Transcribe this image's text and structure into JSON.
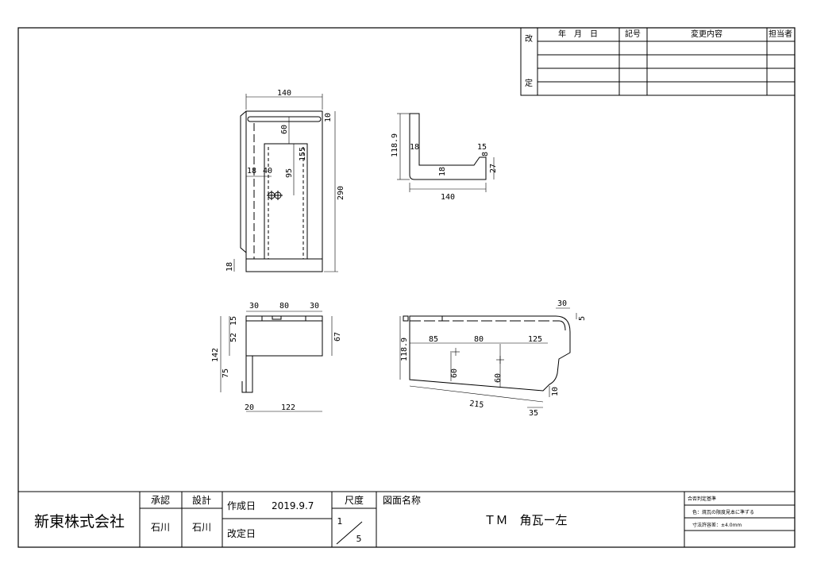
{
  "revision_table": {
    "side_top": "改",
    "side_bottom": "定",
    "headers": {
      "date": "年　月　日",
      "mark": "記号",
      "content": "変更内容",
      "person": "担当者"
    }
  },
  "title_block": {
    "company": "新東株式会社",
    "approval_label": "承認",
    "approval_name": "石川",
    "design_label": "設計",
    "design_name": "石川",
    "created_label": "作成日",
    "created_date": "2019.9.7",
    "revised_label": "改定日",
    "scale_label": "尺度",
    "scale_num": "1",
    "scale_den": "5",
    "drawing_name_label": "図面名称",
    "drawing_name": "ＴＭ　角瓦ー左",
    "criteria_title": "合否判定基準",
    "criteria_color": "色：焼瓦の限度見本に準ずる",
    "criteria_tolerance": "寸法許容差：±4.0mm"
  },
  "dimensions": {
    "front_width": "140",
    "front_top_gap": "10",
    "front_slot": "60",
    "front_inner_h": "155",
    "front_hole": "95",
    "front_left": "18",
    "front_inner_left": "40",
    "front_height": "290",
    "front_bottom": "18",
    "side_height": "118.9",
    "side_left": "18",
    "side_lip_w": "15",
    "side_lip_h": "8",
    "side_bottom_t": "18",
    "side_right_h": "27",
    "side_width": "140",
    "top_left": "30",
    "top_mid": "80",
    "top_right": "30",
    "top_a": "15",
    "top_b": "52",
    "top_total": "142",
    "top_c": "75",
    "top_right_h": "67",
    "top_bottom_left": "20",
    "top_bottom_w": "122",
    "long_top_r": "30",
    "long_top_rh": "5",
    "long_height": "118.9",
    "long_a": "85",
    "long_b": "80",
    "long_c": "125",
    "long_h1": "60",
    "long_h2": "60",
    "long_tip": "10",
    "long_base": "215",
    "long_end": "35"
  }
}
